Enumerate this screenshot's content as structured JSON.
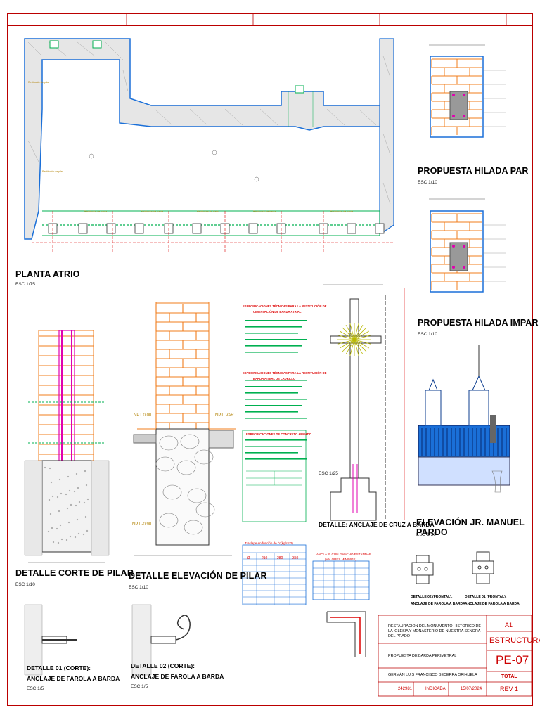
{
  "sheet": {
    "border_color": "#bb0000",
    "brick_color": "#f07c1b",
    "rebar_color": "#e000b0",
    "green_color": "#00b050",
    "blue_color": "#1a6fd8"
  },
  "views": {
    "planta_atrio": {
      "title": "PLANTA ATRIO",
      "scale": "ESC 1/75"
    },
    "hilada_par": {
      "title": "PROPUESTA HILADA PAR",
      "scale": "ESC 1/10"
    },
    "hilada_impar": {
      "title": "PROPUESTA HILADA IMPAR",
      "scale": "ESC 1/10"
    },
    "corte_pilar": {
      "title": "DETALLE CORTE DE PILAR",
      "scale": "ESC 1/10"
    },
    "elevacion_pilar": {
      "title": "DETALLE ELEVACIÓN DE PILAR",
      "scale": "ESC 1/10"
    },
    "anclaje_cruz": {
      "title": "DETALLE: ANCLAJE DE CRUZ A BARDA",
      "scale": "ESC 1/25"
    },
    "elevacion_pardo": {
      "title": "ELEVACIÓN JR. MANUEL PARDO",
      "scale": "ESC 1/50"
    },
    "det01_corte": {
      "title_1": "DETALLE 01 (CORTE):",
      "title_2": "ANCLAJE DE FAROLA A BARDA",
      "scale": "ESC 1/5"
    },
    "det02_corte": {
      "title_1": "DETALLE 02 (CORTE):",
      "title_2": "ANCLAJE DE FAROLA A BARDA",
      "scale": "ESC 1/5"
    },
    "det02_frontal": {
      "title_1": "DETALLE 02 (FRONTAL):",
      "title_2": "ANCLAJE DE FAROLA A BARDA"
    },
    "det01_frontal": {
      "title_1": "DETALLE 01 (FRONTAL):",
      "title_2": "ANCLAJE DE FAROLA A BARDA"
    }
  },
  "levels": {
    "npt_000": "NPT 0.00",
    "npt_var": "NPT. VAR.",
    "npt_bottom": "NPT -0.90"
  },
  "specs": {
    "heading_1": "ESPECIFICACIONES TÉCNICAS PARA LA RESTITUCIÓN DE",
    "heading_1b": "CIMENTACIÓN DE BARDA ATRIAL",
    "heading_2": "ESPECIFICACIONES TÉCNICAS PARA LA RESTITUCIÓN DE",
    "heading_2b": "BARDA ATRIAL DE LADRILLO",
    "heading_3": "ESPECIFICACIONES DE CONCRETO ARMADO"
  },
  "tables": {
    "traslape_title": "Traslape en función de f'c(kg/cm2)",
    "traslape_cols": [
      "Ø",
      "210",
      "280",
      "350"
    ],
    "anclaje_title": "ANCLAJE CON GANCHO ESTÁNDAR",
    "anclaje_sub": "(VALORES MÍNIMOS)"
  },
  "title_block": {
    "project": "RESTAURACIÓN DEL MONUMENTO HISTÓRICO DE LA IGLESIA Y MONASTERIO DE NUESTRA SEÑORA DEL PRADO",
    "content": "PROPUESTA DE BARDA PERIMETRAL",
    "author": "GERMÁN LUIS FRANCISCO BECERRA ORIHUELA",
    "code": "242981",
    "scale": "INDICADA",
    "date": "15/07/2024",
    "sheet_size": "A1",
    "specialty": "ESTRUCTURAS",
    "sheet_number": "PE-07",
    "status": "TOTAL",
    "revision": "REV 1"
  }
}
